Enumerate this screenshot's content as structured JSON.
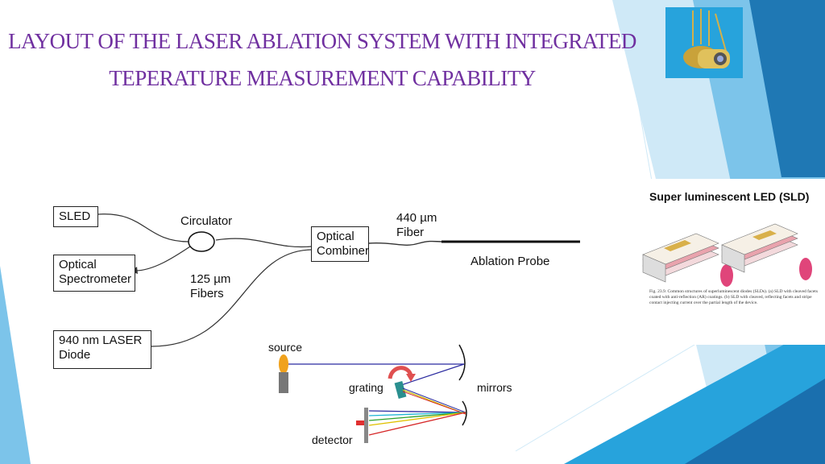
{
  "title": {
    "line1": "LAYOUT OF THE LASER ABLATION SYSTEM WITH INTEGRATED",
    "line2": "TEPERATURE MEASUREMENT CAPABILITY"
  },
  "diagram": {
    "sled": "SLED",
    "optical_spectrometer": "Optical Spectrometer",
    "laser_diode": "940 nm LASER Diode",
    "circulator": "Circulator",
    "fibers_125": "125 µm Fibers",
    "optical_combiner": "Optical Combiner",
    "fiber_440": "440 µm Fiber",
    "ablation_probe": "Ablation Probe"
  },
  "spectrometer": {
    "source": "source",
    "grating": "grating",
    "mirrors": "mirrors",
    "detector": "detector"
  },
  "sld_panel": {
    "title": "Super luminescent LED (SLD)",
    "caption": "Fig. 23.9. Common structures of superluminescent diodes (SLDs). (a) SLD with cleaved facets coated with anti-reflection (AR) coatings. (b) SLD with cleaved, reflecting facets and stripe contact injecting current over the partial length of the device."
  },
  "colors": {
    "title": "#7030a0",
    "accent_blue": "#27a3dc",
    "light_blue": "#a9d8ef",
    "dark_blue": "#1f78b4"
  }
}
